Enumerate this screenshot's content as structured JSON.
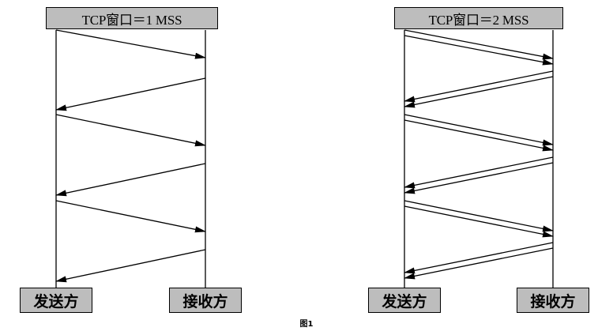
{
  "left_panel": {
    "title": "TCP窗口＝1 MSS",
    "sender_label": "发送方",
    "receiver_label": "接收方",
    "segments_per_transfer": 1
  },
  "right_panel": {
    "title": "TCP窗口＝2 MSS",
    "sender_label": "发送方",
    "receiver_label": "接收方",
    "segments_per_transfer": 2
  },
  "caption": "图1",
  "colors": {
    "box_fill": "#bdbdbd",
    "line": "#000000"
  }
}
